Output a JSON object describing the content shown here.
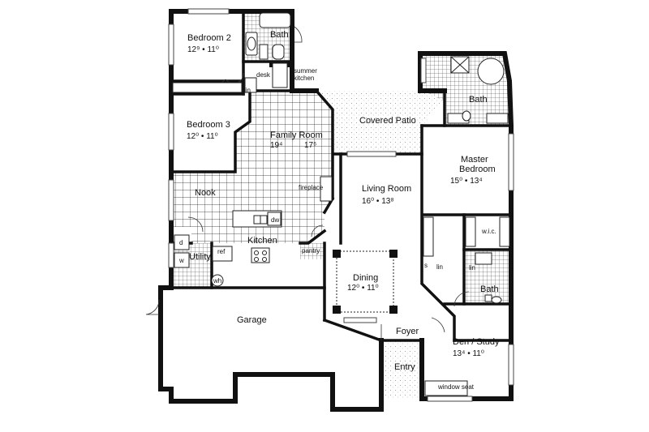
{
  "rooms": {
    "bedroom2": {
      "name": "Bedroom 2",
      "dim": "12⁹ • 11⁰"
    },
    "bedroom3": {
      "name": "Bedroom 3",
      "dim": "12⁰ • 11⁰"
    },
    "family": {
      "name": "Family Room",
      "dim1": "19⁴",
      "dim2": "17⁶"
    },
    "patio": {
      "name": "Covered Patio"
    },
    "master": {
      "name1": "Master",
      "name2": "Bedroom",
      "dim": "15⁰ • 13⁴"
    },
    "living": {
      "name": "Living Room",
      "dim": "16⁰ • 13⁸"
    },
    "nook": {
      "name": "Nook"
    },
    "kitchen": {
      "name": "Kitchen"
    },
    "utility": {
      "name": "Utility"
    },
    "dining": {
      "name": "Dining",
      "dim": "12⁰ • 11⁰"
    },
    "garage": {
      "name": "Garage"
    },
    "foyer": {
      "name": "Foyer"
    },
    "entry": {
      "name": "Entry"
    },
    "den": {
      "name": "Den / Study",
      "dim": "13⁴ • 11⁰"
    },
    "bath1": {
      "name": "Bath"
    },
    "bath2": {
      "name": "Bath"
    },
    "bath3": {
      "name": "Bath"
    }
  },
  "fixtures": {
    "desk": "desk",
    "summer1": "summer",
    "summer2": "kitchen",
    "lin1": "lin",
    "lin2": "lin",
    "lin3": "lin",
    "wic": "w.i.c.",
    "fireplace": "fireplace",
    "dw": "dw",
    "ref": "ref",
    "pantry": "pantry",
    "wh": "wh",
    "washer": "w",
    "dryer": "d",
    "window_seat": "window seat",
    "s": "s"
  }
}
